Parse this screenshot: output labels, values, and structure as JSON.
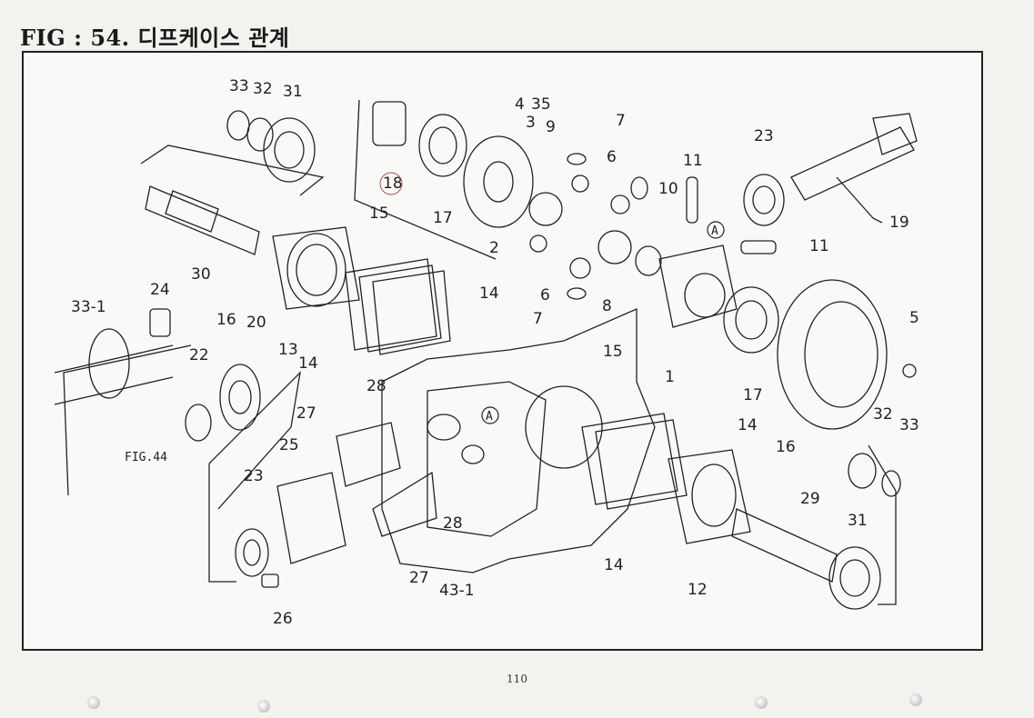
{
  "page": {
    "title": "FIG : 54.  디프케이스 관계",
    "page_number": "110"
  },
  "callouts": {
    "c33_top": "33",
    "c32_top": "32",
    "c31_top": "31",
    "c4": "4",
    "c35": "35",
    "c3": "3",
    "c9": "9",
    "c7_top": "7",
    "c6_top": "6",
    "c10": "10",
    "c11_top": "11",
    "c23_top": "23",
    "c19": "19",
    "c18": "18",
    "c17_top": "17",
    "c2": "2",
    "c15_top": "15",
    "c14_top": "14",
    "c11_mid": "11",
    "c30": "30",
    "c33_1_left": "33-1",
    "c24": "24",
    "c16_left": "16",
    "c20": "20",
    "c13": "13",
    "c6_mid": "6",
    "c7_mid": "7",
    "c8": "8",
    "c1": "1",
    "c17_mid": "17",
    "c5": "5",
    "c14_left": "14",
    "c22": "22",
    "c28_top": "28",
    "c27_top": "27",
    "c15_mid": "15",
    "c14_mid": "14",
    "fig44": "FIG.44",
    "c25": "25",
    "c23_bot": "23",
    "c16_right": "16",
    "c32_right": "32",
    "c33_right": "33",
    "c29": "29",
    "c31_bot": "31",
    "c28_bot": "28",
    "c27_bot": "27",
    "c43_1": "43-1",
    "c14_bot": "14",
    "c12": "12",
    "c26": "26",
    "marker_a1": "A",
    "marker_a2": "A"
  },
  "colors": {
    "ink": "#222222",
    "paper": "#faf9f7",
    "background": "#f4f2ef"
  }
}
